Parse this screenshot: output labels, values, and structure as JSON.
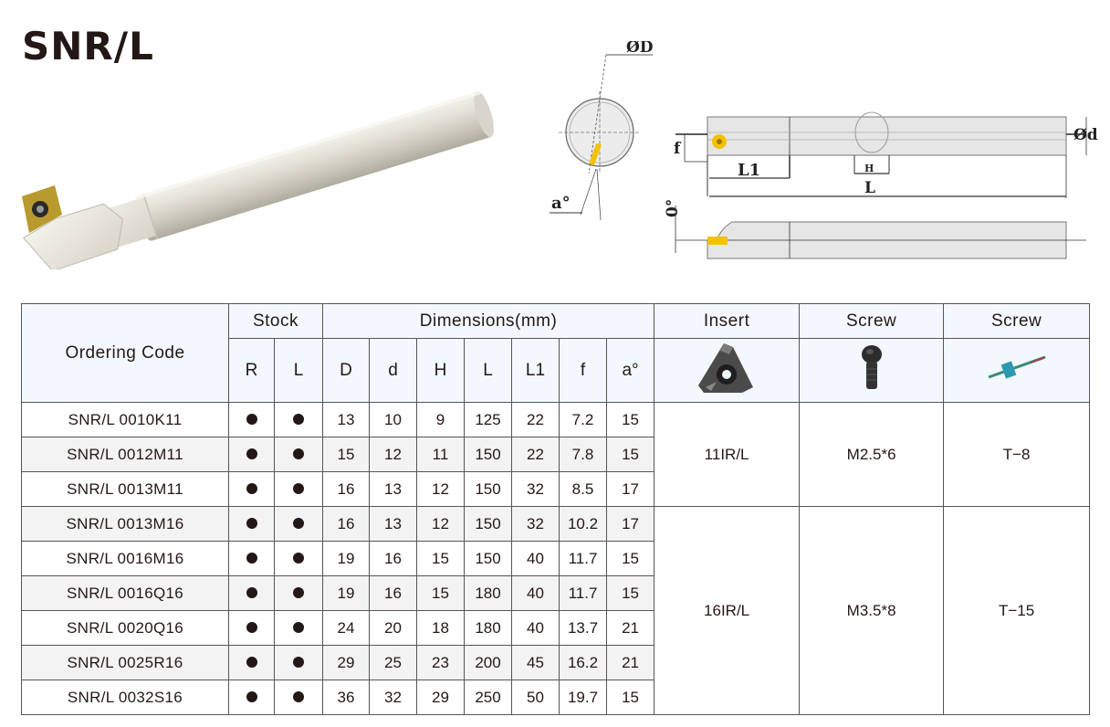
{
  "title": "SNR/L",
  "diagram": {
    "labels": {
      "D": "ØD",
      "d": "Ød",
      "a": "a°",
      "f": "f",
      "L1": "L1",
      "H": "H",
      "L": "L",
      "zero": "0°"
    },
    "insert_color": "#f2c200"
  },
  "table": {
    "header": {
      "ordering_code": "Ordering Code",
      "stock": "Stock",
      "dimensions": "Dimensions(mm)",
      "insert": "Insert",
      "screw": "Screw",
      "wrench": "Screw",
      "stock_cols": [
        "R",
        "L"
      ],
      "dim_cols": [
        "D",
        "d",
        "H",
        "L",
        "L1",
        "f",
        "a°"
      ],
      "icons": {
        "insert": "threading-insert-icon",
        "screw": "screw-icon",
        "wrench": "torx-key-icon"
      }
    },
    "rows": [
      {
        "code": "SNR/L 0010K11",
        "R": "●",
        "L": "●",
        "D": "13",
        "d": "10",
        "H": "9",
        "Len": "125",
        "L1": "22",
        "f": "7.2",
        "a": "15"
      },
      {
        "code": "SNR/L 0012M11",
        "R": "●",
        "L": "●",
        "D": "15",
        "d": "12",
        "H": "11",
        "Len": "150",
        "L1": "22",
        "f": "7.8",
        "a": "15"
      },
      {
        "code": "SNR/L 0013M11",
        "R": "●",
        "L": "●",
        "D": "16",
        "d": "13",
        "H": "12",
        "Len": "150",
        "L1": "32",
        "f": "8.5",
        "a": "17"
      },
      {
        "code": "SNR/L 0013M16",
        "R": "●",
        "L": "●",
        "D": "16",
        "d": "13",
        "H": "12",
        "Len": "150",
        "L1": "32",
        "f": "10.2",
        "a": "17"
      },
      {
        "code": "SNR/L 0016M16",
        "R": "●",
        "L": "●",
        "D": "19",
        "d": "16",
        "H": "15",
        "Len": "150",
        "L1": "40",
        "f": "11.7",
        "a": "15"
      },
      {
        "code": "SNR/L 0016Q16",
        "R": "●",
        "L": "●",
        "D": "19",
        "d": "16",
        "H": "15",
        "Len": "180",
        "L1": "40",
        "f": "11.7",
        "a": "15"
      },
      {
        "code": "SNR/L 0020Q16",
        "R": "●",
        "L": "●",
        "D": "24",
        "d": "20",
        "H": "18",
        "Len": "180",
        "L1": "40",
        "f": "13.7",
        "a": "21"
      },
      {
        "code": "SNR/L 0025R16",
        "R": "●",
        "L": "●",
        "D": "29",
        "d": "25",
        "H": "23",
        "Len": "200",
        "L1": "45",
        "f": "16.2",
        "a": "21"
      },
      {
        "code": "SNR/L 0032S16",
        "R": "●",
        "L": "●",
        "D": "36",
        "d": "32",
        "H": "29",
        "Len": "250",
        "L1": "50",
        "f": "19.7",
        "a": "15"
      }
    ],
    "groups": [
      {
        "rows": 3,
        "insert": "11IR/L",
        "screw": "M2.5*6",
        "wrench": "T−8"
      },
      {
        "rows": 6,
        "insert": "16IR/L",
        "screw": "M3.5*8",
        "wrench": "T−15"
      }
    ]
  }
}
